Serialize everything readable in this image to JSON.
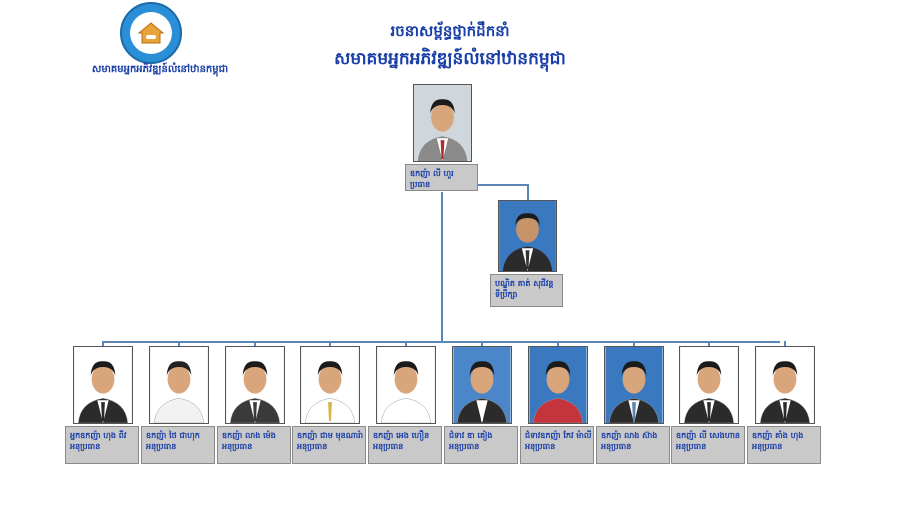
{
  "logo": {
    "icon": "house-handshake-icon",
    "name": "សមាគមអ្នកអភិវឌ្ឍន៍លំនៅឋានកម្ពុជា"
  },
  "title": {
    "line1": "រចនាសម្ព័ន្ធថ្នាក់ដឹកនាំ",
    "line2": "សមាគមអ្នកអភិវឌ្ឍន៍លំនៅឋានកម្ពុជា"
  },
  "president": {
    "name": "ឧកញ៉ា លី ហួរ",
    "role": "ប្រធាន"
  },
  "secretary": {
    "name": "បណ្ឌិត គាត់ សុជីវន្ត",
    "role": "ទីប្រឹក្សា"
  },
  "vice_presidents": [
    {
      "name": "អ្នកឧកញ៉ា ហុង ពីវ",
      "role": "អនុប្រធាន",
      "bg": "#ffffff",
      "suit": "#2b2b2b",
      "shirt": "#ffffff",
      "tie": "#2b2b2b",
      "hair": "#1b1b1b"
    },
    {
      "name": "ឧកញ៉ា ថៃ ជាហុក",
      "role": "អនុប្រធាន",
      "bg": "#ffffff",
      "suit": "#f2f2f2",
      "shirt": "#f2f2f2",
      "tie": "#f2f2f2",
      "hair": "#222222"
    },
    {
      "name": "ឧកញ៉ា លាង ម៉េង",
      "role": "អនុប្រធាន",
      "bg": "#ffffff",
      "suit": "#3a3a3a",
      "shirt": "#ffffff",
      "tie": "#3a3a3a",
      "hair": "#1b1b1b"
    },
    {
      "name": "ឧកញ៉ា ជាម មុនណារ៉ា",
      "role": "អនុប្រធាន",
      "bg": "#ffffff",
      "suit": "#ffffff",
      "shirt": "#ffffff",
      "tie": "#d9b24a",
      "hair": "#1b1b1b"
    },
    {
      "name": "ឧកញ៉ា អេង ហឿន",
      "role": "អនុប្រធាន",
      "bg": "#ffffff",
      "suit": "#ffffff",
      "shirt": "#ffffff",
      "tie": "#ffffff",
      "hair": "#1b1b1b"
    },
    {
      "name": "ជំទាវ ឌា គៀង",
      "role": "អនុប្រធាន",
      "bg": "#4a86c8",
      "suit": "#2b2b2b",
      "shirt": "#ffffff",
      "tie": "#ffffff",
      "hair": "#1b1b1b"
    },
    {
      "name": "ជំទាវឧកញ៉ា កែវ ម៉ាលី",
      "role": "អនុប្រធាន",
      "bg": "#3a78c0",
      "suit": "#c4343c",
      "shirt": "#c4343c",
      "tie": "#c4343c",
      "hair": "#1b1b1b"
    },
    {
      "name": "ឧកញ៉ា លាង ស៊ាង",
      "role": "អនុប្រធាន",
      "bg": "#3a78c0",
      "suit": "#2b2b2b",
      "shirt": "#ffffff",
      "tie": "#5a86b8",
      "hair": "#1b1b1b"
    },
    {
      "name": "ឧកញ៉ា លី សេងហាន",
      "role": "អនុប្រធាន",
      "bg": "#ffffff",
      "suit": "#2b2b2b",
      "shirt": "#ffffff",
      "tie": "#2b2b2b",
      "hair": "#1b1b1b"
    },
    {
      "name": "ឧកញ៉ា គាំង ហុង",
      "role": "អនុប្រធាន",
      "bg": "#ffffff",
      "suit": "#2b2b2b",
      "shirt": "#ffffff",
      "tie": "#2b2b2b",
      "hair": "#1b1b1b"
    }
  ],
  "colors": {
    "title": "#1a3fa8",
    "connector": "#5a86b8",
    "name_box": "#c9c9c9",
    "photo_bg_blue": "#3a78c0"
  }
}
